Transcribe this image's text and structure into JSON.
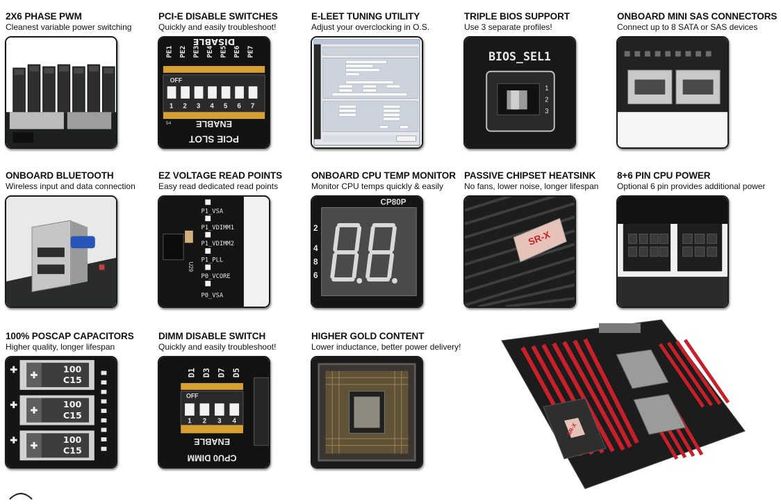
{
  "features": [
    {
      "title": "2X6 PHASE PWM",
      "subtitle": "Cleanest variable power switching",
      "image": "pwm-chokes"
    },
    {
      "title": "PCI-E DISABLE SWITCHES",
      "subtitle": "Quickly and easily troubleshoot!",
      "image": "pcie-dip-switch",
      "labels": {
        "top": "DISABLE",
        "pins": [
          "PE1",
          "PE2",
          "PE3",
          "PE4",
          "PE5",
          "PE6",
          "PE7"
        ],
        "off": "OFF",
        "nums": [
          "1",
          "2",
          "3",
          "4",
          "5",
          "6",
          "7"
        ],
        "bottom": "ENABLE",
        "slot": "PCIE SLOT",
        "code": "54"
      }
    },
    {
      "title": "E-LEET TUNING UTILITY",
      "subtitle": "Adjust your overclocking in O.S.",
      "image": "eleet-screenshot"
    },
    {
      "title": "TRIPLE BIOS SUPPORT",
      "subtitle": "Use 3 separate profiles!",
      "image": "bios-switch",
      "labels": {
        "sel": "BIOS_SEL1",
        "n1": "1",
        "n2": "2",
        "n3": "3"
      }
    },
    {
      "title": "ONBOARD MINI SAS CONNECTORS",
      "subtitle": "Connect up to 8 SATA or SAS devices",
      "image": "mini-sas"
    },
    {
      "title": "ONBOARD BLUETOOTH",
      "subtitle": "Wireless input and data connection",
      "image": "bluetooth-usb"
    },
    {
      "title": "EZ VOLTAGE READ POINTS",
      "subtitle": "Easy read dedicated read points",
      "image": "voltage-points",
      "labels": {
        "points": [
          "P1_VSA",
          "P1_VDIMM1",
          "P1_VDIMM2",
          "P1_PLL",
          "P0_VCORE",
          "P0_VSA"
        ],
        "chip": "U29"
      }
    },
    {
      "title": "ONBOARD CPU TEMP MONITOR",
      "subtitle": "Monitor CPU temps quickly & easily",
      "image": "seven-segment",
      "labels": {
        "code": "CP80P",
        "side": [
          "2",
          "4",
          "8",
          "6"
        ]
      }
    },
    {
      "title": "PASSIVE CHIPSET HEATSINK",
      "subtitle": "No fans, lower noise, longer lifespan",
      "image": "heatsink",
      "labels": {
        "logo": "SR-X"
      }
    },
    {
      "title": "8+6 PIN CPU POWER",
      "subtitle": "Optional 6 pin provides additional power",
      "image": "cpu-power"
    },
    {
      "title": "100% POSCAP CAPACITORS",
      "subtitle": "Higher quality, longer lifespan",
      "image": "poscap",
      "labels": {
        "cap": [
          "100",
          "C15"
        ]
      }
    },
    {
      "title": "DIMM DISABLE SWITCH",
      "subtitle": "Quickly and easily troubleshoot!",
      "image": "dimm-dip-switch",
      "labels": {
        "pins": [
          "D1",
          "D3",
          "D7",
          "D5"
        ],
        "off": "OFF",
        "nums": [
          "1",
          "2",
          "3",
          "4"
        ],
        "bottom": "ENABLE",
        "slot": "CPU0 DIMM"
      }
    },
    {
      "title": "HIGHER GOLD CONTENT",
      "subtitle": "Lower inductance, better power delivery!",
      "image": "cpu-socket"
    }
  ],
  "hero": {
    "image": "motherboard",
    "logo": "SR-X"
  },
  "colors": {
    "board": "#1b1b1b",
    "accent_red": "#c8202a",
    "text": "#111111"
  }
}
